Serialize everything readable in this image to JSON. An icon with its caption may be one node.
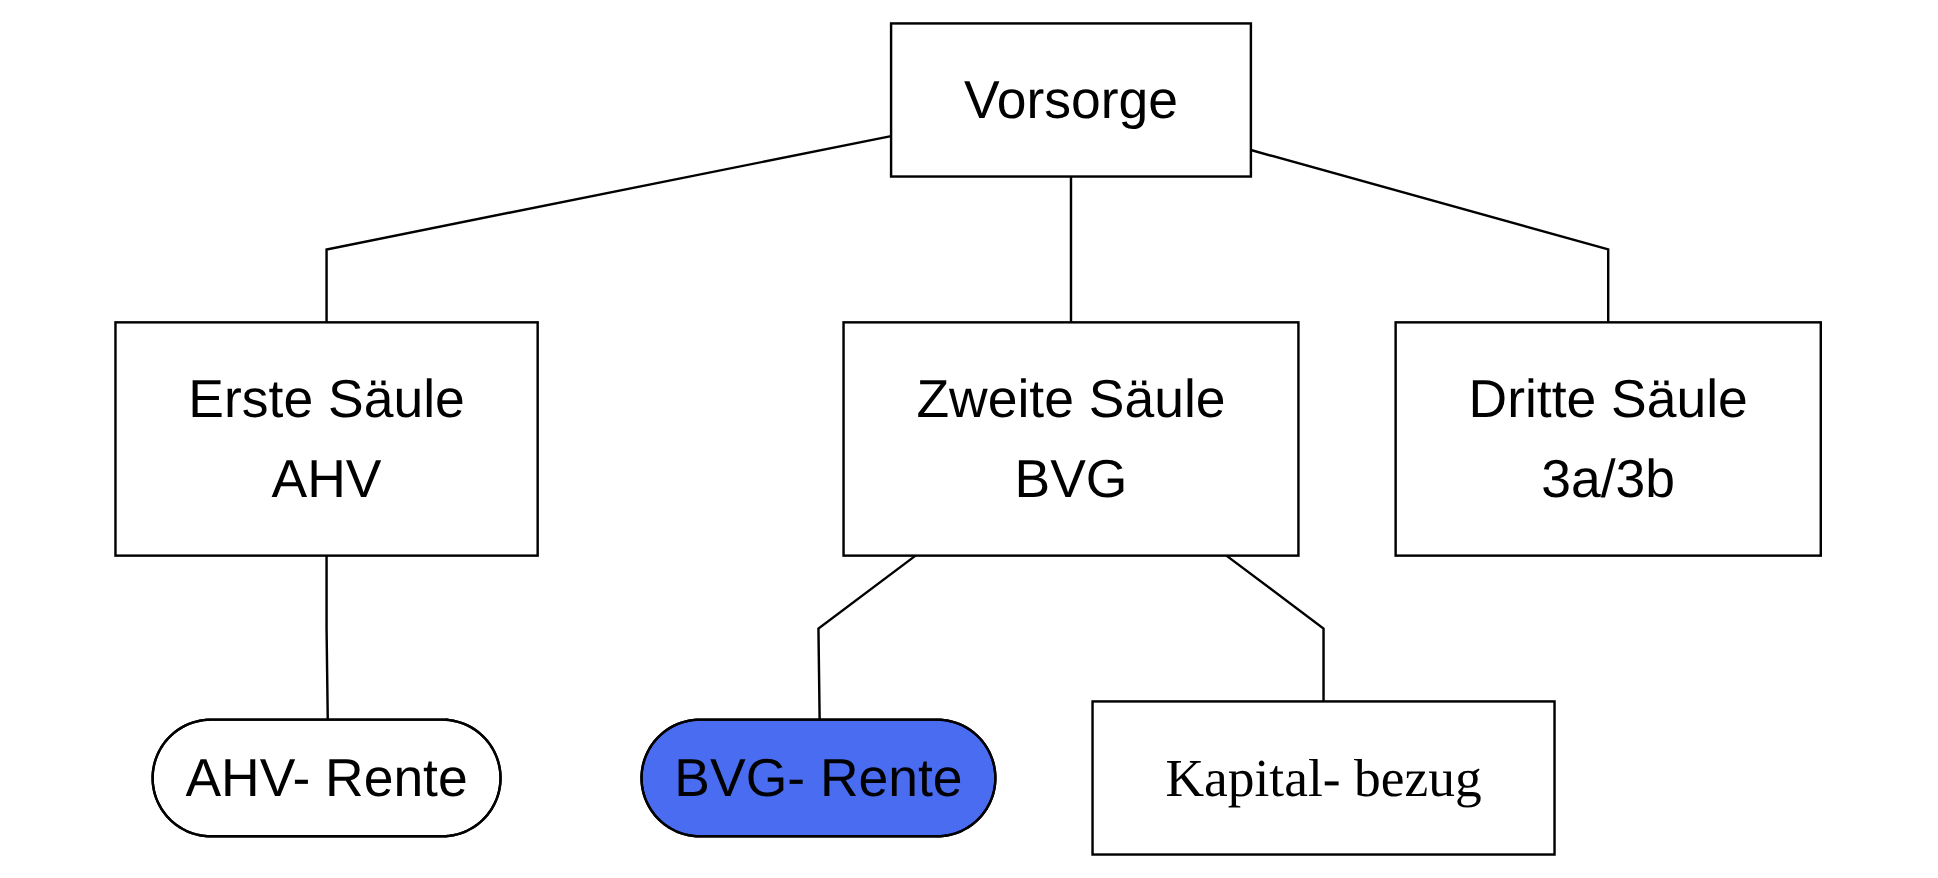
{
  "diagram": {
    "nodes": [
      {
        "text": [
          "Vorsorge"
        ]
      },
      {
        "text": [
          "Erste Säule",
          "AHV"
        ]
      },
      {
        "text": [
          "Zweite Säule",
          "BVG"
        ]
      },
      {
        "text": [
          "Dritte Säule",
          "3a/3b"
        ]
      },
      {
        "text": [
          "AHV- Rente"
        ]
      },
      {
        "text": [
          "BVG- Rente"
        ]
      },
      {
        "text": [
          "Kapital- bezug"
        ]
      }
    ],
    "edges": [
      {
        "from": 0,
        "to": 1,
        "arrow": "none"
      },
      {
        "from": 0,
        "to": 2,
        "arrow": "none"
      },
      {
        "from": 0,
        "to": 3,
        "arrow": "none"
      },
      {
        "from": 1,
        "to": 4,
        "arrow": "none"
      },
      {
        "from": 2,
        "to": 5,
        "arrow": "none"
      },
      {
        "from": 2,
        "to": 6,
        "arrow": "none"
      }
    ]
  }
}
